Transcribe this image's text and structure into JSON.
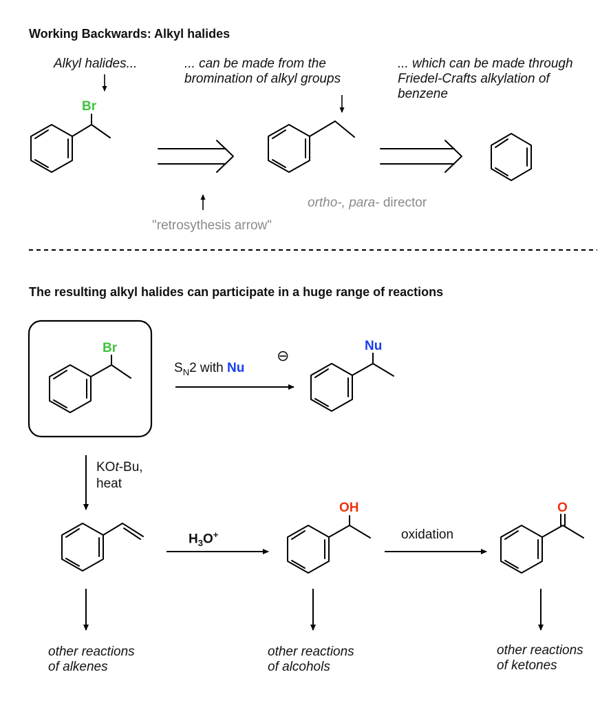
{
  "top": {
    "heading": "Working  Backwards: Alkyl halides",
    "label1": "Alkyl halides...",
    "label2_line1": "... can be made from the",
    "label2_line2": "bromination of alkyl groups",
    "label3_line1": "... which can be made through",
    "label3_line2": "Friedel-Crafts alkylation of",
    "label3_line3": "benzene",
    "br_atom": "Br",
    "director_ortho": "ortho-,",
    "director_para": "para-",
    "director_word": "director",
    "retro_label": "\"retrosythesis arrow\""
  },
  "bottom": {
    "heading": "The resulting alkyl halides can participate in a huge range of reactions",
    "br_atom": "Br",
    "sn2_s": "S",
    "sn2_sub": "N",
    "sn2_rest": "2 with",
    "nu_label": "Nu",
    "nu_charge": "⊖",
    "nu_atom": "Nu",
    "kotbu_ko": "KO",
    "kotbu_t": "t",
    "kotbu_rest": "-Bu,",
    "heat": "heat",
    "h3o_h": "H",
    "h3o_sub": "3",
    "h3o_o": "O",
    "h3o_sup": "+",
    "oh_atom": "OH",
    "oxidation": "oxidation",
    "o_atom": "O",
    "alkenes_l1": "other reactions",
    "alkenes_l2": "of alkenes",
    "alcohols_l1": "other reactions",
    "alcohols_l2": "of alcohols",
    "ketones_l1": "other reactions",
    "ketones_l2": "of ketones"
  }
}
